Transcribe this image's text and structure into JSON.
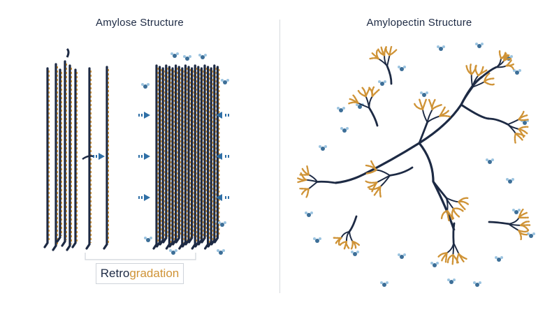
{
  "amylose": {
    "title": "Amylose Structure"
  },
  "amylopectin": {
    "title": "Amylopectin Structure"
  },
  "retrogradation": {
    "part1": "Retro",
    "part2": "gradation"
  },
  "colors": {
    "chain": "#1d2a44",
    "branch": "#cf9336",
    "arrow": "#2f6fa6",
    "water_o": "#3d6f98",
    "water_h": "#9cc4e0",
    "divider": "#d6d9de"
  }
}
